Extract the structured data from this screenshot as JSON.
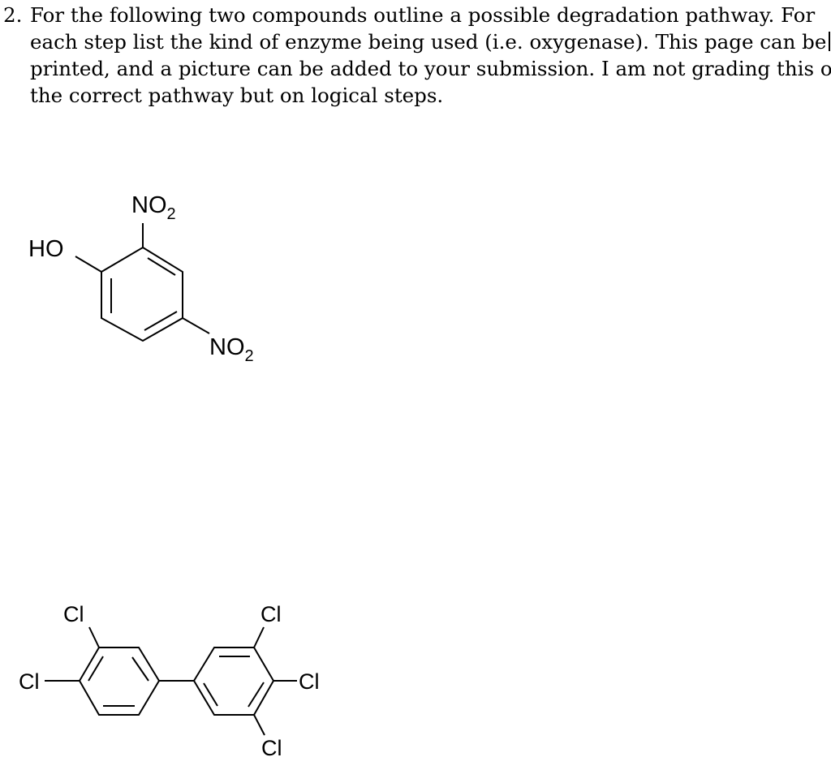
{
  "question": {
    "number": "2.",
    "lines": [
      "For the following two compounds outline a possible degradation pathway. For",
      "each step list the kind of enzyme being used (i.e. oxygenase). This page can be",
      "printed, and a picture can be added to your submission.  I am not grading this on",
      "the correct pathway but on logical steps."
    ]
  },
  "compound1": {
    "labels": {
      "ho": "HO",
      "no2_top_main": "NO",
      "no2_top_sub": "2",
      "no2_right_main": "NO",
      "no2_right_sub": "2"
    }
  },
  "compound2": {
    "labels": {
      "cl_left_top": "Cl",
      "cl_left": "Cl",
      "cl_right_top": "Cl",
      "cl_right": "Cl",
      "cl_right_bottom": "Cl"
    }
  }
}
